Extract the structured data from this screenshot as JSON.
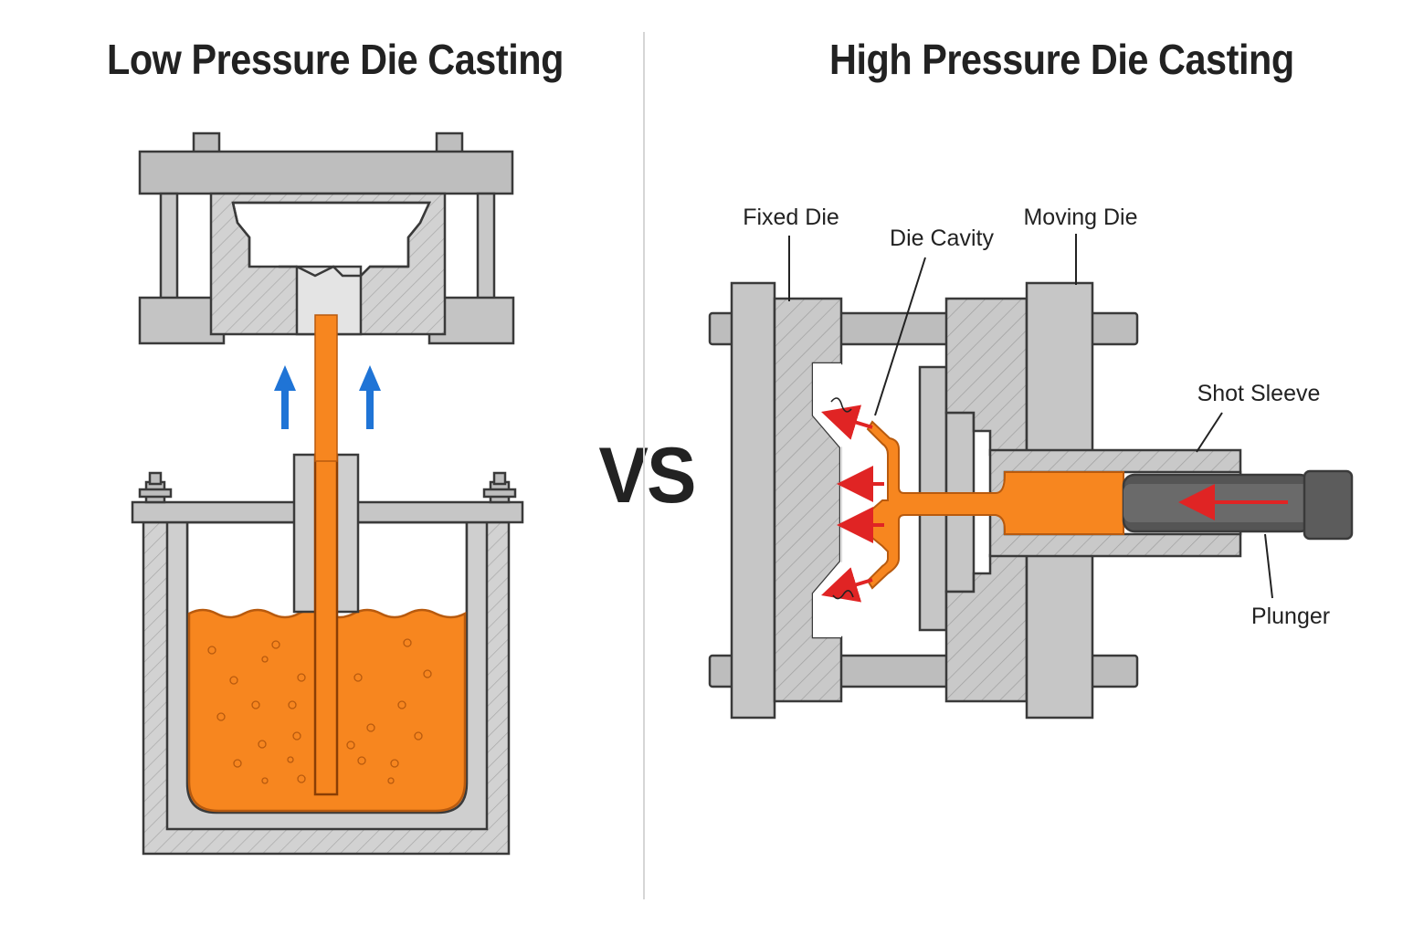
{
  "left": {
    "title": "Low Pressure Die Casting"
  },
  "right": {
    "title": "High Pressure Die Casting",
    "labels": {
      "fixed_die": "Fixed Die",
      "die_cavity": "Die Cavity",
      "moving_die": "Moving Die",
      "shot_sleeve": "Shot Sleeve",
      "plunger": "Plunger"
    }
  },
  "vs": "VS",
  "colors": {
    "molten_metal": "#F7861F",
    "steel": "#CFCFCF",
    "steel_dark": "#B9B9B9",
    "outline": "#3A3A3A",
    "rise_arrow": "#1F74D6",
    "flow_arrow": "#E02424"
  }
}
